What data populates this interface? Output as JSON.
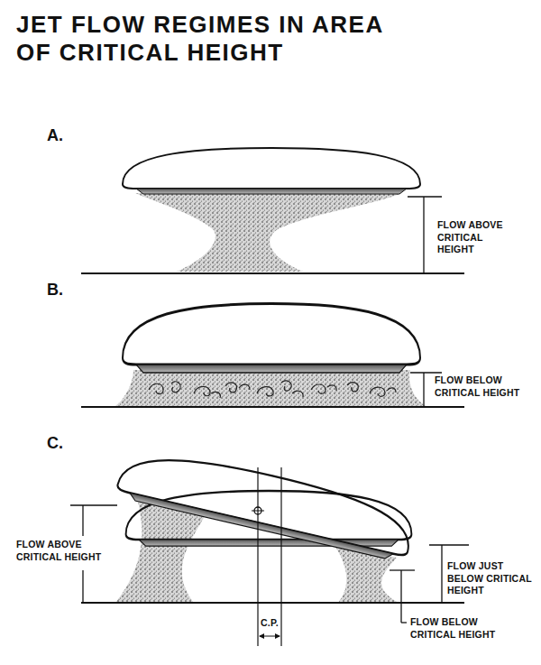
{
  "diagram": {
    "title": "JET FLOW REGIMES IN AREA OF CRITICAL HEIGHT",
    "labels": [
      "A.",
      "FLOW ABOVE CRITICAL HEIGHT",
      "B.",
      "FLOW BELOW CRITICAL HEIGHT",
      "C.",
      "FLOW ABOVE CRITICAL HEIGHT",
      "C.P.",
      "FLOW JUST BELOW CRITICAL HEIGHT",
      "FLOW BELOW CRITICAL HEIGHT"
    ]
  }
}
